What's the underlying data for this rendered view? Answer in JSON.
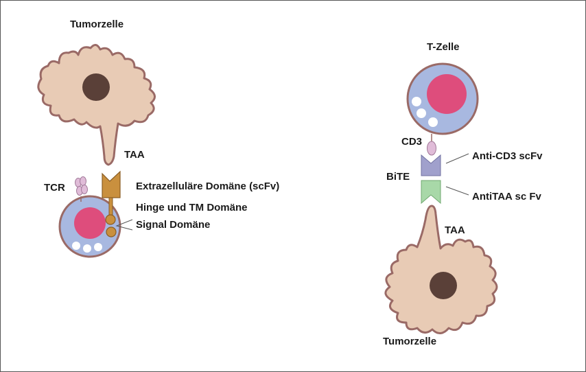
{
  "labels": {
    "tumor_cell_left": "Tumorzelle",
    "taa_left": "TAA",
    "tcr": "TCR",
    "extracellular_domain": "Extrazelluläre Domäne (scFv)",
    "hinge_tm_domain": "Hinge und TM Domäne",
    "signal_domain": "Signal Domäne",
    "t_cell": "T-Zelle",
    "cd3": "CD3",
    "bite": "BiTE",
    "anti_cd3_scfv": "Anti-CD3 scFv",
    "anti_taa_scfv": "AntiTAA sc Fv",
    "taa_right": "TAA",
    "tumor_cell_right": "Tumorzelle"
  },
  "colors": {
    "tumor_cell_fill": "#e8cbb5",
    "tumor_cell_outline": "#9a6a66",
    "nucleus": "#5a4038",
    "t_cell_fill": "#a8b8e0",
    "t_cell_nucleus": "#de4d7c",
    "granule": "#ffffff",
    "car_receptor": "#c9903e",
    "tcr_cd3": "#e0bcd8",
    "bite_anti_cd3": "#a0a0cc",
    "bite_anti_taa": "#a8d8a8"
  }
}
